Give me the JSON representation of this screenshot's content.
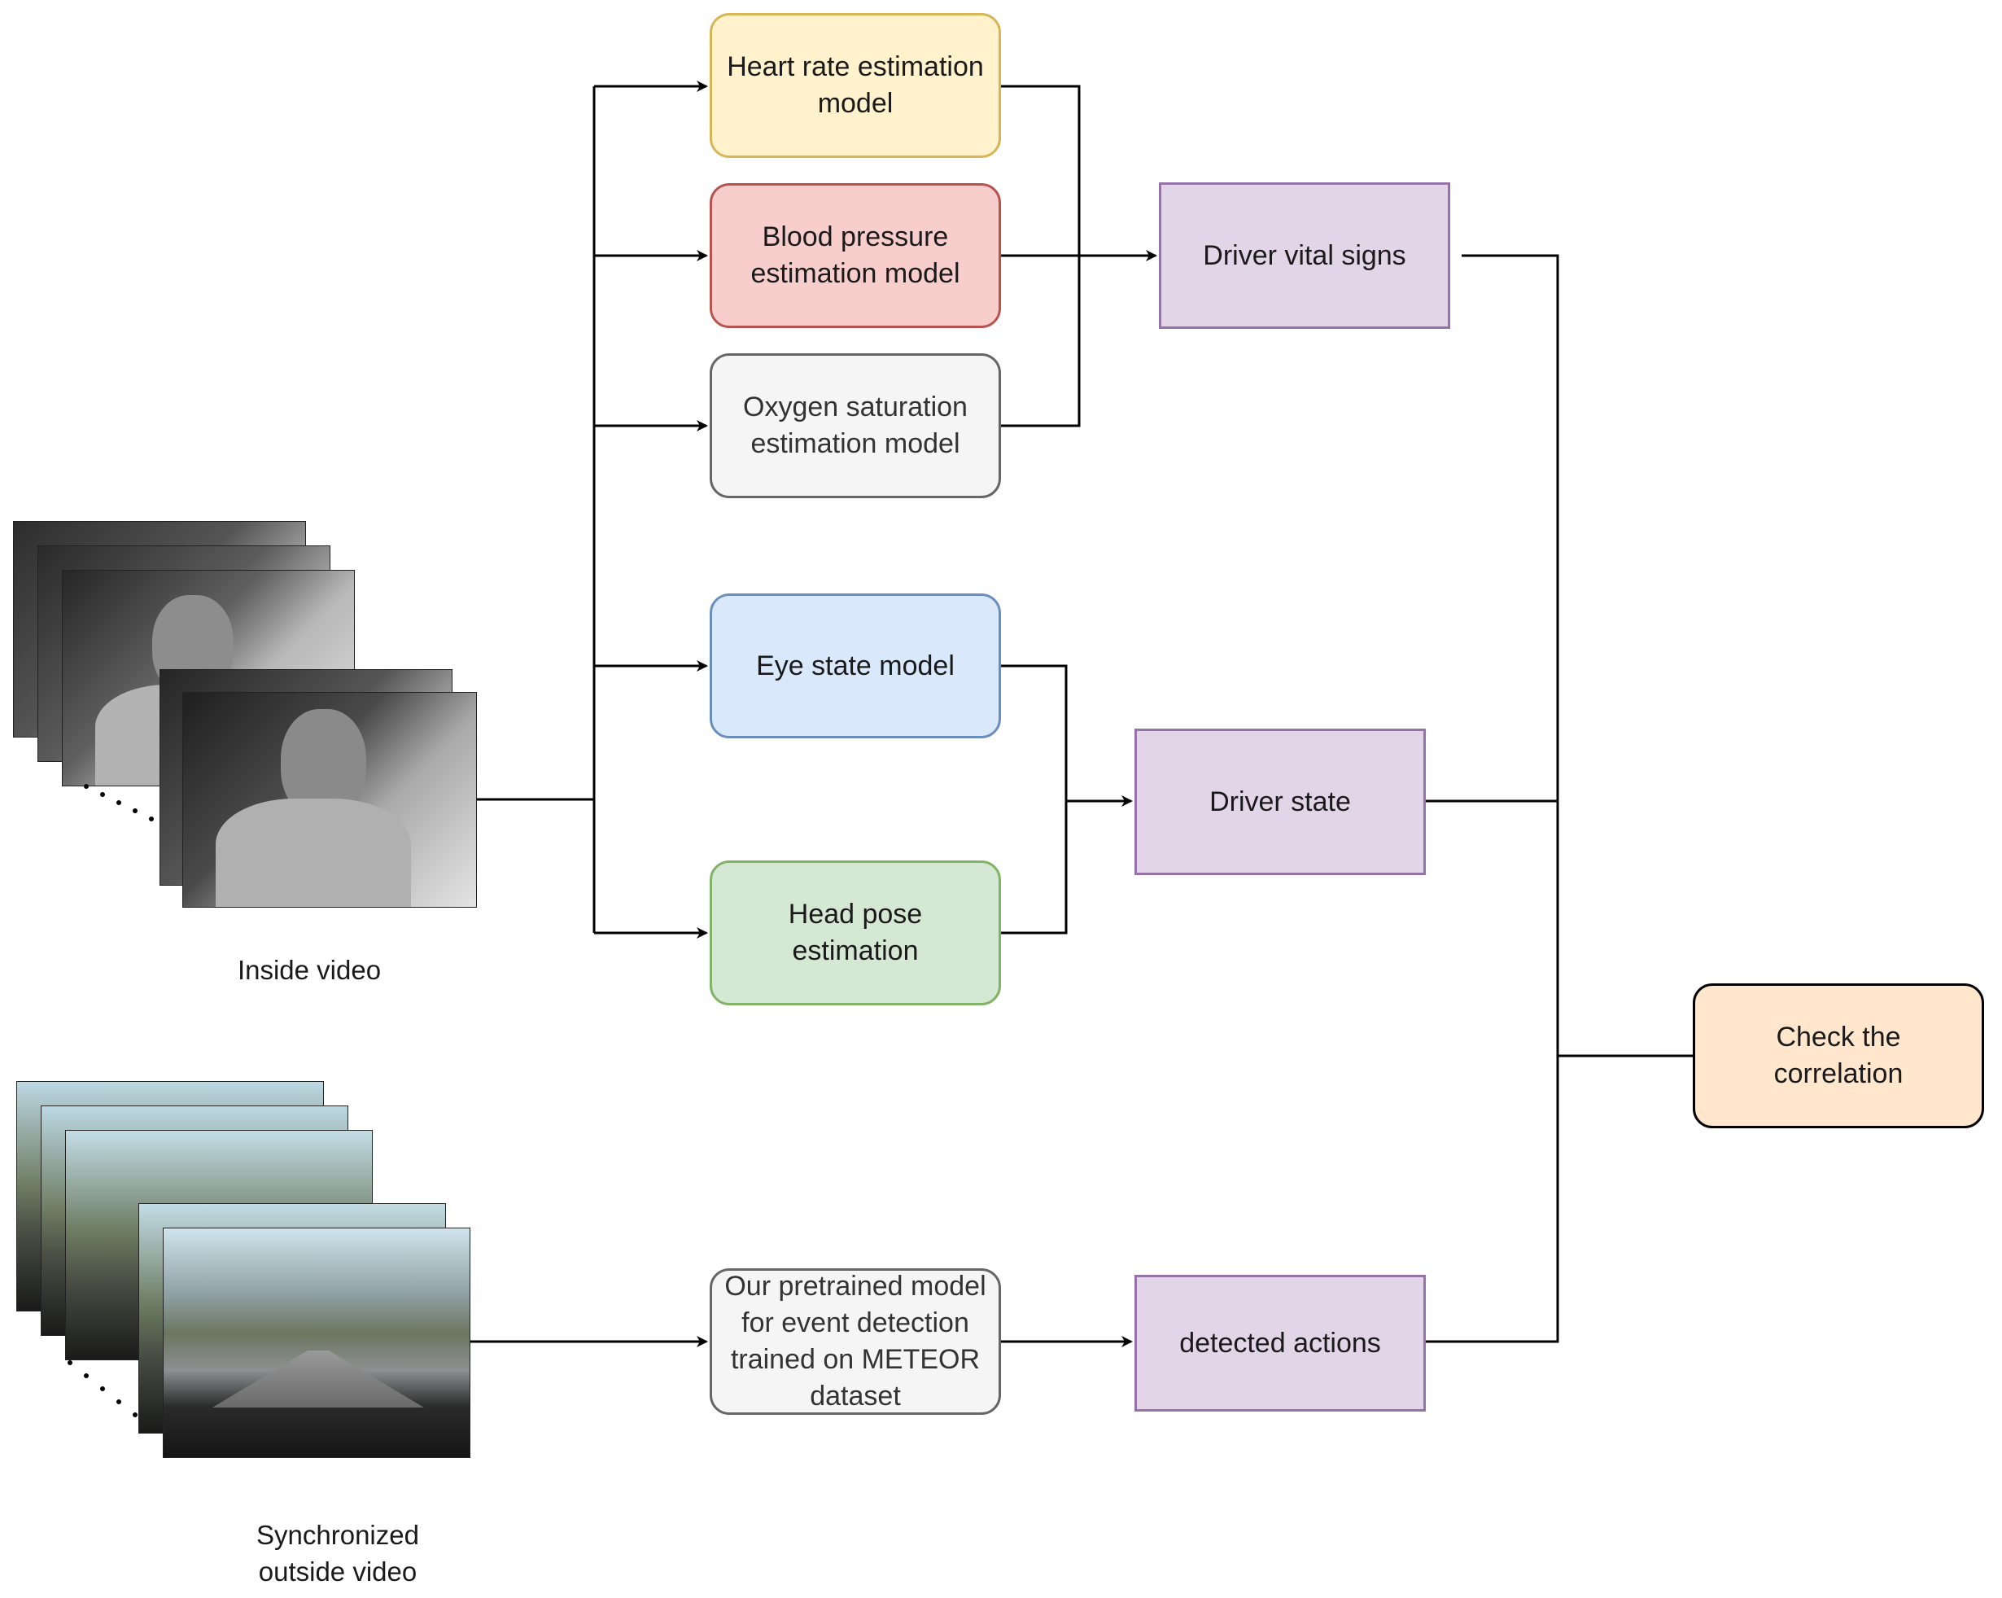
{
  "models": {
    "heart_rate": "Heart rate estimation\nmodel",
    "blood_pressure": "Blood pressure\nestimation model",
    "oxygen": "Oxygen saturation\nestimation model",
    "eye_state": "Eye state model",
    "head_pose": "Head pose\nestimation",
    "pretrained": "Our pretrained model\nfor event detection\ntrained on METEOR\ndataset"
  },
  "outputs": {
    "vital_signs": "Driver vital signs",
    "driver_state": "Driver state",
    "detected_actions": "detected actions",
    "correlation": "Check the\ncorrelation"
  },
  "captions": {
    "inside": "Inside video",
    "outside": "Synchronized\noutside video"
  },
  "colors": {
    "heart_fill": "#fff2cc",
    "heart_stroke": "#d6b656",
    "bp_fill": "#f8cecc",
    "bp_stroke": "#b85450",
    "oxy_fill": "#f5f5f5",
    "oxy_stroke": "#666666",
    "eye_fill": "#dae8fc",
    "eye_stroke": "#6c8ebf",
    "head_fill": "#d5e8d4",
    "head_stroke": "#82b366",
    "purple_fill": "#e1d5e7",
    "purple_stroke": "#9673a6",
    "corr_fill": "#ffe6cc",
    "corr_stroke": "#000000"
  }
}
